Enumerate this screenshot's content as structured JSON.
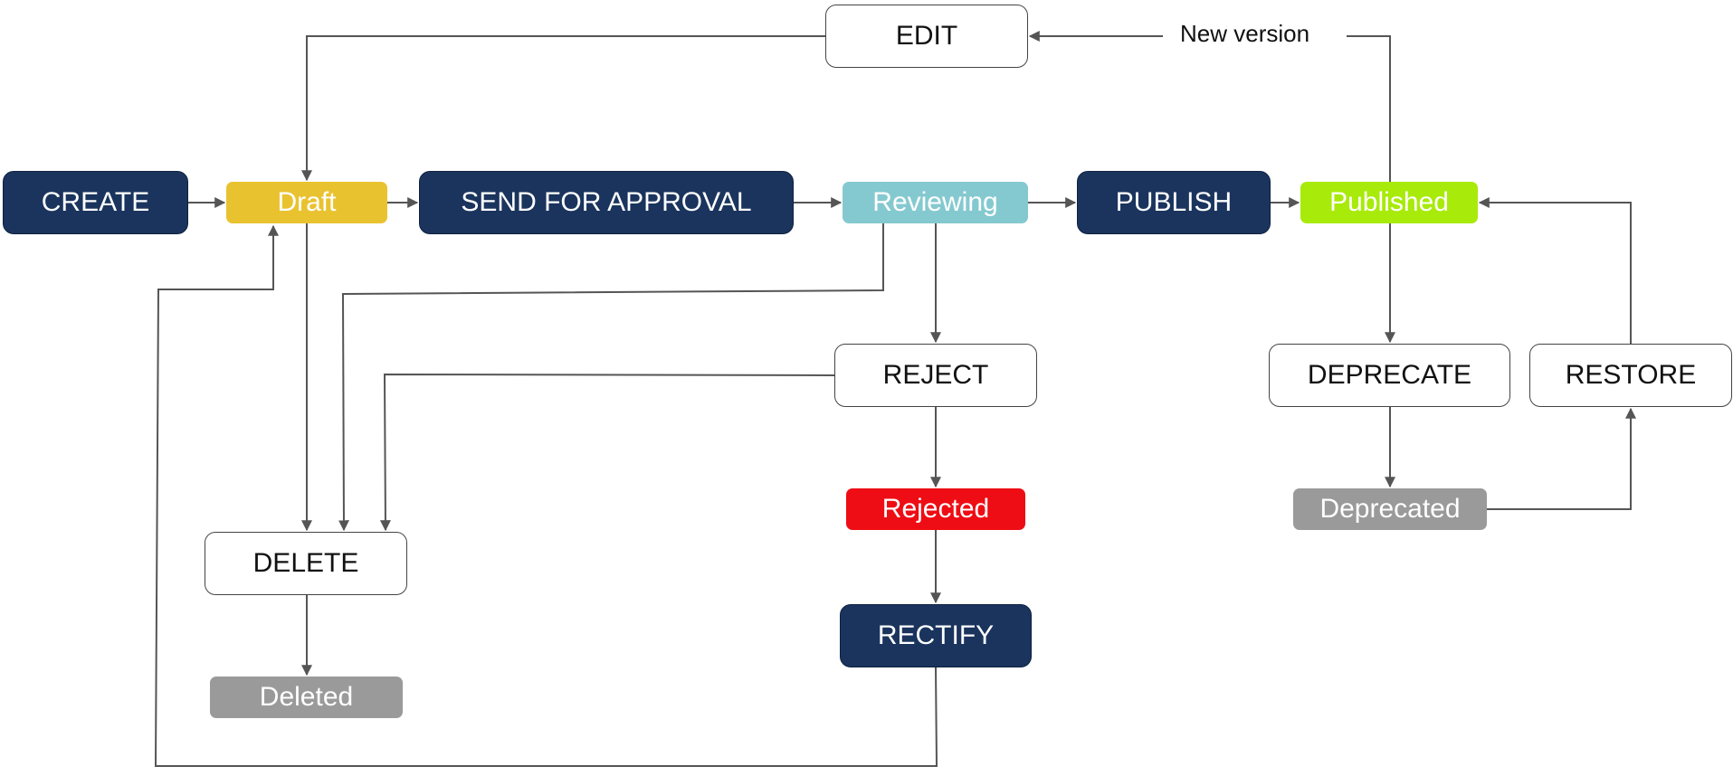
{
  "nodes": {
    "create": "CREATE",
    "draft": "Draft",
    "send_for_approval": "SEND FOR APPROVAL",
    "reviewing": "Reviewing",
    "publish": "PUBLISH",
    "published": "Published",
    "edit": "EDIT",
    "reject": "REJECT",
    "rejected": "Rejected",
    "rectify": "RECTIFY",
    "delete": "DELETE",
    "deleted": "Deleted",
    "deprecate": "DEPRECATE",
    "deprecated": "Deprecated",
    "restore": "RESTORE"
  },
  "edge_labels": {
    "new_version": "New version"
  },
  "colors": {
    "action": "#1a345d",
    "draft": "#e9c230",
    "reviewing": "#85c9d0",
    "published": "#a8ea0a",
    "rejected": "#ee0d14",
    "deleted": "#9a9a9a",
    "deprecated": "#9a9a9a",
    "connector": "#555555"
  },
  "edges": [
    {
      "from": "create",
      "to": "draft"
    },
    {
      "from": "draft",
      "to": "send_for_approval"
    },
    {
      "from": "send_for_approval",
      "to": "reviewing"
    },
    {
      "from": "reviewing",
      "to": "publish"
    },
    {
      "from": "publish",
      "to": "published"
    },
    {
      "from": "published",
      "to": "edit",
      "label": "new_version"
    },
    {
      "from": "edit",
      "to": "draft"
    },
    {
      "from": "draft",
      "to": "delete"
    },
    {
      "from": "reviewing",
      "to": "delete"
    },
    {
      "from": "reviewing",
      "to": "reject"
    },
    {
      "from": "reject",
      "to": "delete"
    },
    {
      "from": "reject",
      "to": "rejected"
    },
    {
      "from": "rejected",
      "to": "rectify"
    },
    {
      "from": "rectify",
      "to": "draft"
    },
    {
      "from": "delete",
      "to": "deleted"
    },
    {
      "from": "published",
      "to": "deprecate"
    },
    {
      "from": "deprecate",
      "to": "deprecated"
    },
    {
      "from": "deprecated",
      "to": "restore"
    },
    {
      "from": "restore",
      "to": "published"
    }
  ]
}
